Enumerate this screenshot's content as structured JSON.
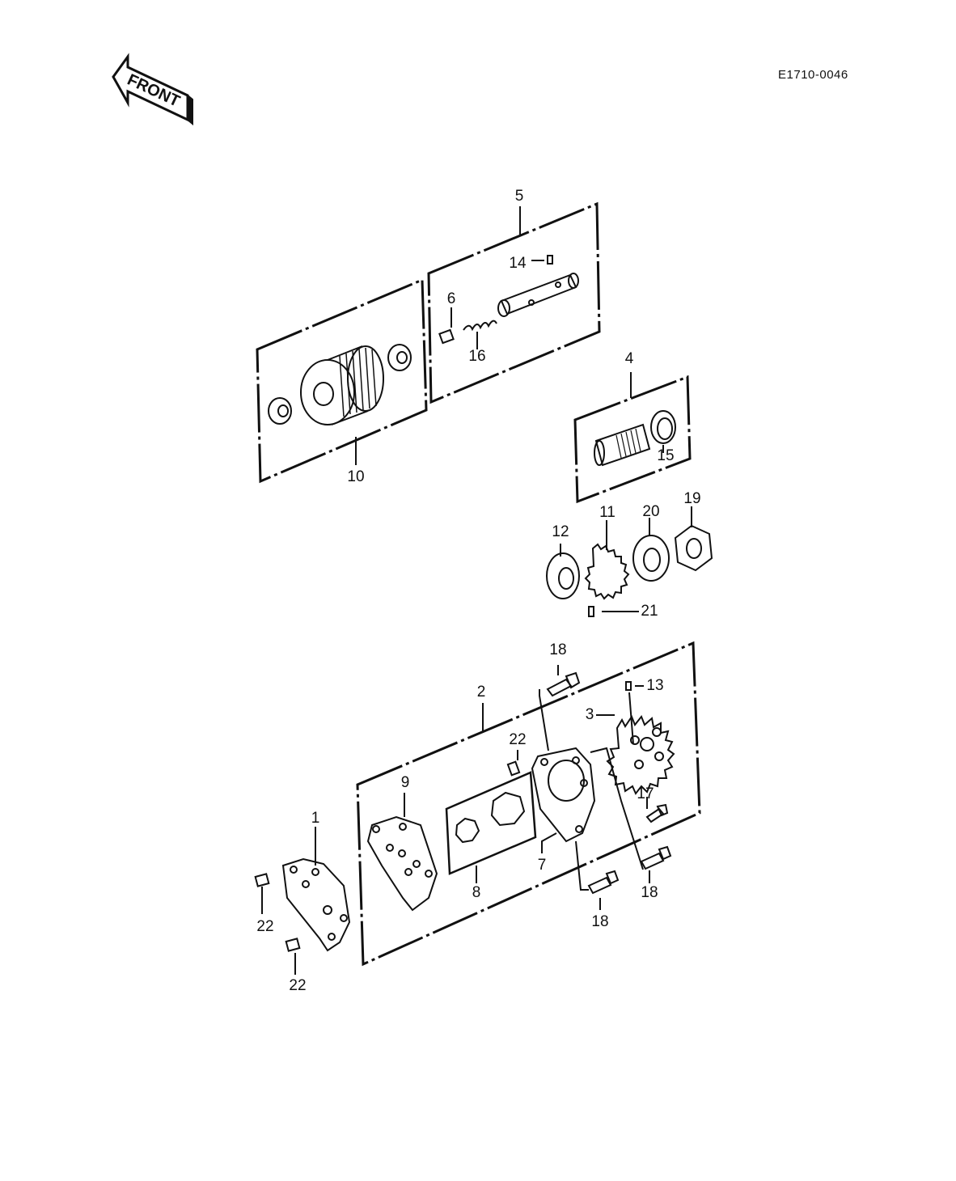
{
  "drawing_code": "E1710-0046",
  "front_label": "FRONT",
  "callouts": [
    "5",
    "14",
    "6",
    "16",
    "10",
    "4",
    "15",
    "12",
    "11",
    "20",
    "19",
    "21",
    "18",
    "13",
    "2",
    "3",
    "22",
    "9",
    "17",
    "1",
    "7",
    "8",
    "18",
    "18",
    "22",
    "22"
  ]
}
